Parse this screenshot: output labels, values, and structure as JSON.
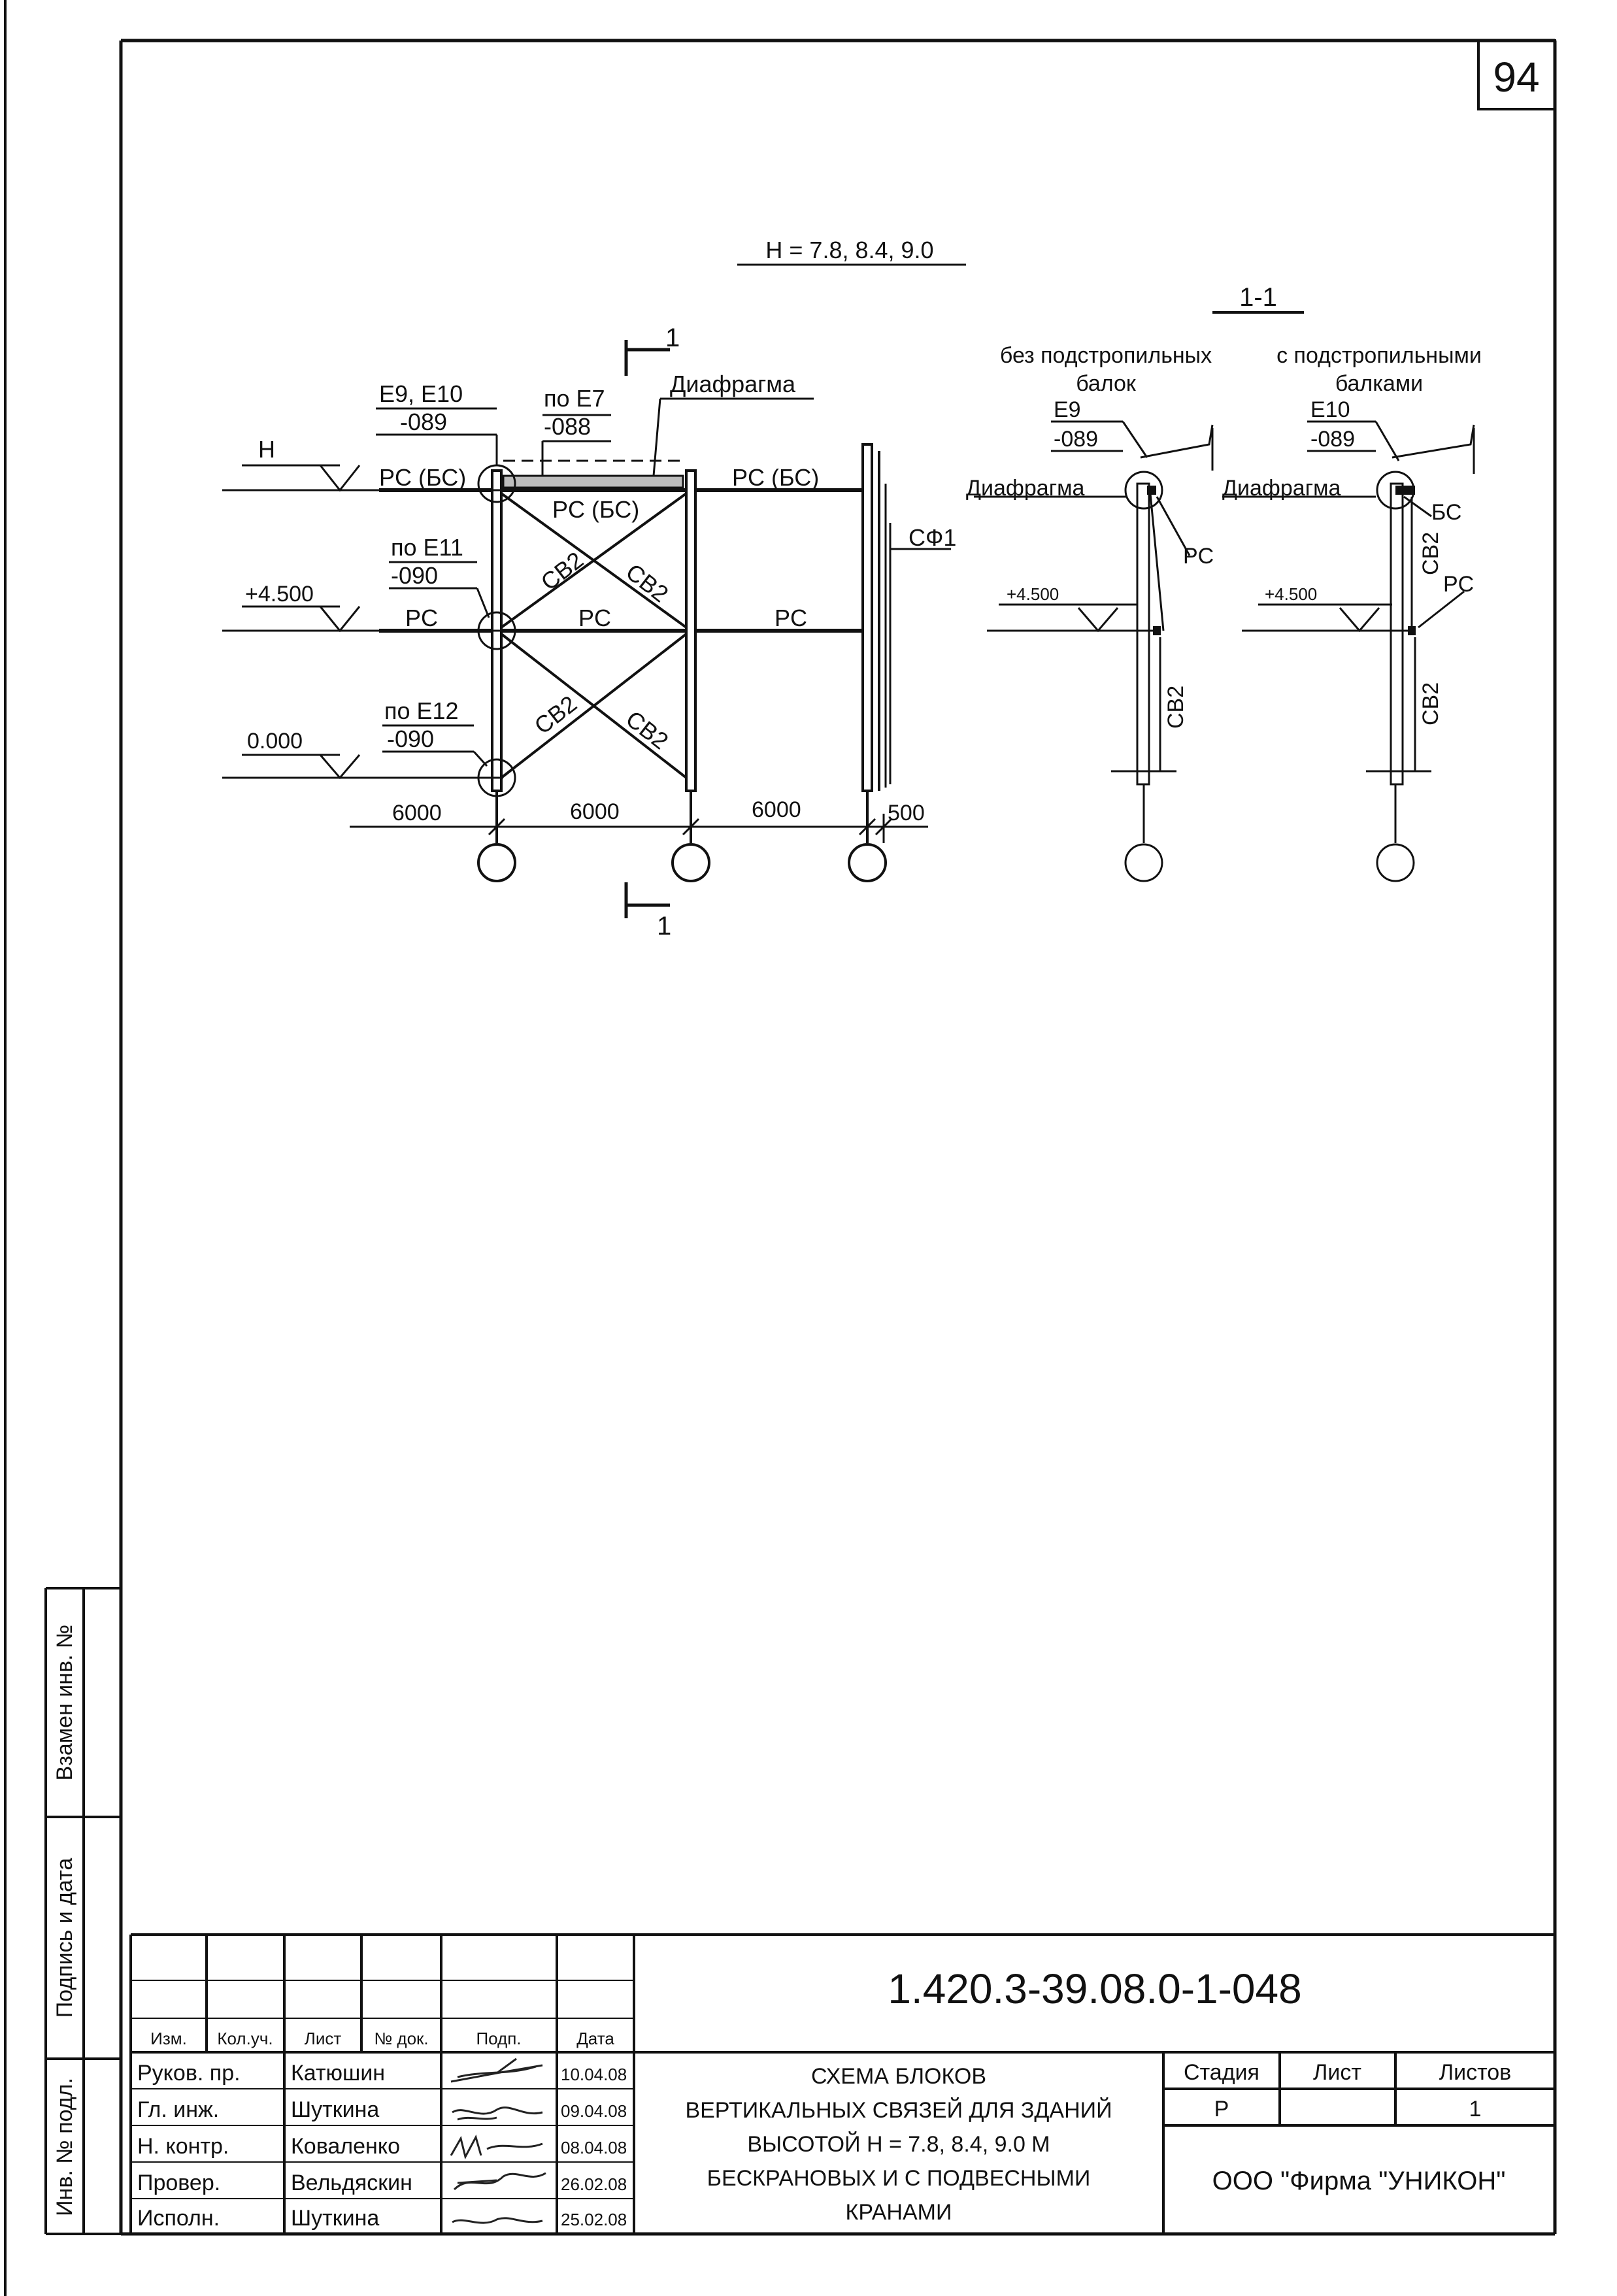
{
  "sheet_number": "94",
  "heights_title": "H = 7.8,  8.4,  9.0",
  "section": {
    "mark": "1",
    "title": "1-1",
    "left_caption_1": "без подстропильных",
    "left_caption_2": "балок",
    "right_caption_1": "с подстропильными",
    "right_caption_2": "балками"
  },
  "elevation_view": {
    "level_H": "H",
    "level_mid": "+4.500",
    "level_zero": "0.000",
    "node_top_1": "E9, E10",
    "node_top_2": "-089",
    "node_e7_1": "по E7",
    "node_e7_2": "-088",
    "diaphragm": "Диафрагма",
    "node_mid_1": "по E11",
    "node_mid_2": "-090",
    "node_bot_1": "по E12",
    "node_bot_2": "-090",
    "beam_rs_bs_left": "PC (БС)",
    "beam_rs_bs_center": "PC (БС)",
    "beam_rs_bs_right": "PC (БС)",
    "beam_rs": "PC",
    "brace": "CB2",
    "wall_panel": "СФ1",
    "dim_1": "6000",
    "dim_2": "6000",
    "dim_3": "6000",
    "dim_4": "500"
  },
  "section_left": {
    "node_1": "E9",
    "node_2": "-089",
    "diaphragm": "Диафрагма",
    "rs": "PC",
    "level": "+4.500",
    "brace": "CB2"
  },
  "section_right": {
    "node_1": "E10",
    "node_2": "-089",
    "diaphragm": "Диафрагма",
    "bs": "БС",
    "rs": "PC",
    "level": "+4.500",
    "brace_upper": "CB2",
    "brace_lower": "CB2"
  },
  "side_labels": {
    "replaced": "Взамен инв. №",
    "signature": "Подпись и дата",
    "inventory": "Инв. № подл."
  },
  "title_block": {
    "document_code": "1.420.3-39.08.0-1-048",
    "headers": [
      "Изм.",
      "Кол.уч.",
      "Лист",
      "№ док.",
      "Подп.",
      "Дата"
    ],
    "rows": [
      {
        "role": "Руков. пр.",
        "name": "Катюшин",
        "date": "10.04.08"
      },
      {
        "role": "Гл. инж.",
        "name": "Шуткина",
        "date": "09.04.08"
      },
      {
        "role": "Н. контр.",
        "name": "Коваленко",
        "date": "08.04.08"
      },
      {
        "role": "Провер.",
        "name": "Вельдяскин",
        "date": "26.02.08"
      },
      {
        "role": "Исполн.",
        "name": "Шуткина",
        "date": "25.02.08"
      }
    ],
    "drawing_title": [
      "СХЕМА БЛОКОВ",
      "ВЕРТИКАЛЬНЫХ СВЯЗЕЙ ДЛЯ ЗДАНИЙ",
      "ВЫСОТОЙ H = 7.8, 8.4, 9.0 M",
      "БЕСКРАНОВЫХ И С ПОДВЕСНЫМИ",
      "КРАНАМИ"
    ],
    "stage_label": "Стадия",
    "sheet_label": "Лист",
    "sheets_label": "Листов",
    "stage_value": "P",
    "sheet_value": "",
    "sheets_value": "1",
    "company": "ООО  \"Фирма \"УНИКОН\""
  }
}
